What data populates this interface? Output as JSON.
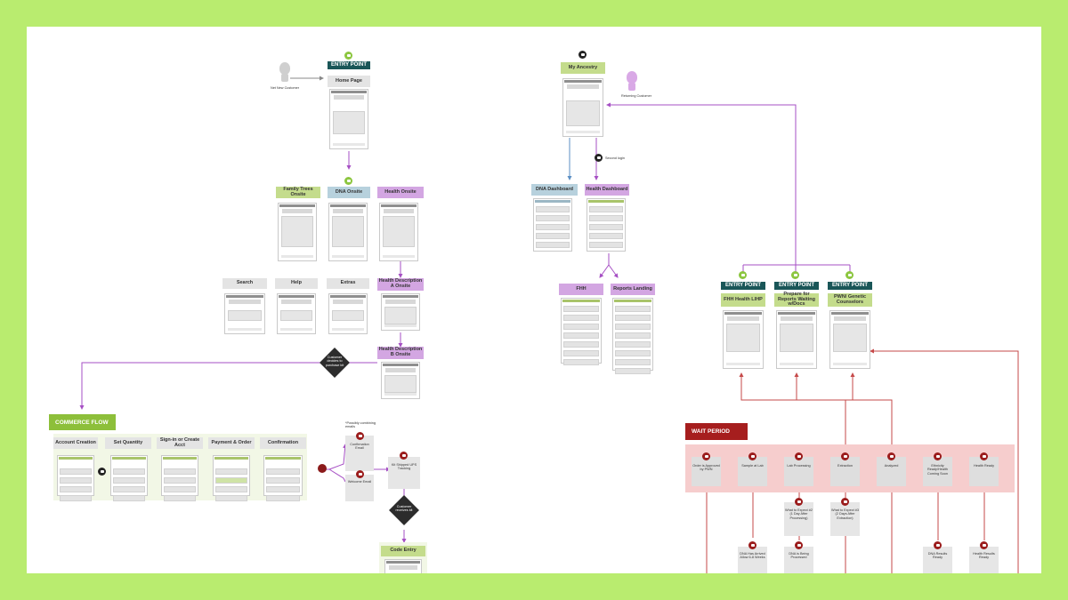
{
  "labels": {
    "entry_point": "ENTRY POINT",
    "home_page": "Home Page",
    "new_customer": "Net New Customer",
    "family_trees": "Family Trees Onsite",
    "dna_onsite": "DNA Onsite",
    "health_onsite": "Health Onsite",
    "search": "Search",
    "help": "Help",
    "extras": "Extras",
    "health_desc_a": "Health Description A Onsite",
    "health_desc_b": "Health Description B Onsite",
    "customer_decides": "Customer decides to purchase kit",
    "commerce_flow": "COMMERCE FLOW",
    "account_creation": "Account Creation",
    "set_quantity": "Set Quantity",
    "sign_in": "Sign-in or Create Acct",
    "payment_order": "Payment & Order",
    "confirmation": "Confirmation",
    "possibly_combining": "*Possibly combining emails",
    "confirmation_email": "Confirmation Email",
    "welcome_email": "Welcome Email",
    "kit_shipped": "Kit Shipped UPS Tracking",
    "customer_receives": "Customer receives kit",
    "code_entry": "Code Entry",
    "my_ancestry": "My Ancestry",
    "returning_customer": "Returning Customer",
    "second_login": "Second login",
    "dna_dashboard": "DNA Dashboard",
    "health_dashboard": "Health Dashboard",
    "fhh": "FHH",
    "reports_landing": "Reports Landing",
    "fhh_health_lihp": "FHH Health LIHP",
    "prepare_reports": "Prepare for Reports Waiting w/Docs",
    "pwn_genetic": "PWN/ Genetic Counselors",
    "wait_period": "WAIT PERIOD",
    "order_approved": "Order is Approved by PWN",
    "sample_at_lab": "Sample at Lab",
    "lab_processing": "Lab Processing",
    "extraction": "Extraction",
    "analyzed": "Analyzed",
    "ethnicity_ready": "Ethnicity Ready/Health Coming Soon",
    "health_ready": "Health Ready",
    "what_to_expect_2": "What to Expect #2 (1 Day After Processing)",
    "what_to_expect_3": "What to Expect #3 (2 Days After Extraction)",
    "dna_arrived": "DNA Has Arrived Allow 6-8 Weeks",
    "dna_processed": "DNA is Being Processed",
    "dna_results_ready": "DNA Results Ready",
    "health_results_ready": "Health Results Ready"
  },
  "colors": {
    "canvas": "#b9ec6f",
    "green_label": "#c4dc8c",
    "blue_label": "#b7d1dd",
    "purple_label": "#d3a6e2",
    "teal_entry": "#1a5658",
    "commerce_header": "#8dbf3a",
    "wait_header": "#a61e1e",
    "wait_band": "#f6cdcd",
    "purple_wire": "#a64fc4",
    "blue_wire": "#5b8fc4",
    "red_wire": "#c64a4a"
  },
  "icons": [
    "lock-icon",
    "email-icon",
    "person-icon"
  ]
}
